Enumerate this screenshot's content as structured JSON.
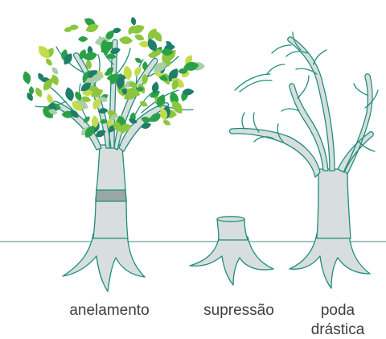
{
  "labels": {
    "ringing": "anelamento",
    "removal": "supressão",
    "drastic_pruning_line1": "poda",
    "drastic_pruning_line2": "drástica"
  },
  "colors": {
    "trunk_fill": "#d7dedd",
    "outline": "#1f8e7c",
    "ground": "#7fb2a6",
    "girdle": "#9aa7a6",
    "leaf_light": "#8cc63f",
    "leaf_lime": "#c3dc4c",
    "leaf_green": "#2aa147",
    "leaf_teal": "#1f7e6a",
    "leaf_pale": "#a8cfa6",
    "text": "#3f3f3f"
  }
}
